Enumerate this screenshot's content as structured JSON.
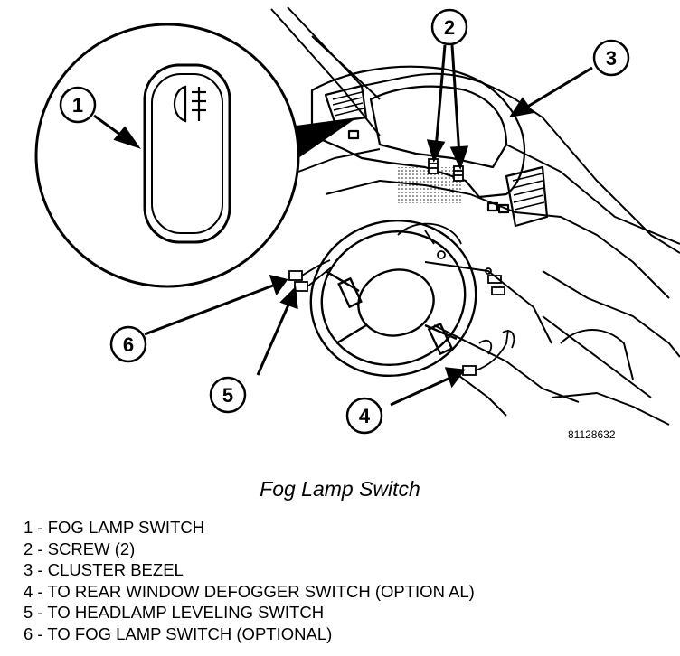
{
  "callouts": [
    "1",
    "2",
    "3",
    "4",
    "5",
    "6"
  ],
  "figure_ref": "81128632",
  "caption": "Fog Lamp Switch",
  "legend": [
    {
      "text": "1 - FOG LAMP SWITCH"
    },
    {
      "text": "2 - SCREW (2)"
    },
    {
      "text": "3 - CLUSTER BEZEL"
    },
    {
      "text": "4 - TO REAR WINDOW DEFOGGER SWITCH (OPTION AL)"
    },
    {
      "text": "5 - TO HEADLAMP LEVELING SWITCH"
    },
    {
      "text": "6 - TO FOG LAMP SWITCH (OPTIONAL)"
    }
  ]
}
